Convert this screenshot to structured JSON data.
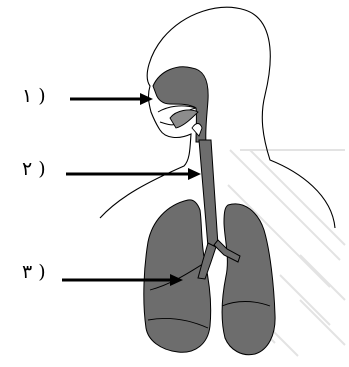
{
  "labels": [
    {
      "text": "١ )"
    },
    {
      "text": "٢ )"
    },
    {
      "text": "٣ )"
    }
  ],
  "colors": {
    "organ_fill": "#6d6d6d",
    "outline": "#000000",
    "background": "#ffffff",
    "watermark": "#e3e3e3"
  },
  "icons": {
    "watermark": "watermark-stamp"
  }
}
